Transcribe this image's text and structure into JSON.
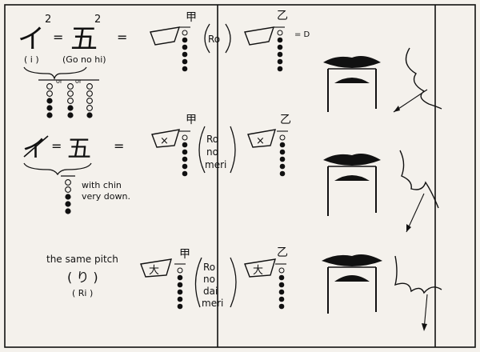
{
  "top_labels": {
    "i_glyph": "イ",
    "go_glyph": "五",
    "sup": "2",
    "eq": "=",
    "i_reading": "( i )",
    "go_reading": "(Go no hi)",
    "or1": "or",
    "or2": "or"
  },
  "mid_labels": {
    "i_glyph": "イ",
    "go_glyph": "五",
    "eq": "=",
    "with_chin": "with chin",
    "very_down": "very down."
  },
  "bottom_labels": {
    "same_pitch": "the same pitch",
    "ri_glyph": "( り )",
    "ri_reading": "( Ri )"
  },
  "rows": [
    {
      "kou": "甲",
      "otsu": "乙",
      "syllable": [
        "Ro"
      ],
      "mark": "",
      "note": "= D"
    },
    {
      "kou": "甲",
      "otsu": "乙",
      "syllable": [
        "Ro",
        "no",
        "meri"
      ],
      "mark": "×",
      "note": ""
    },
    {
      "kou": "甲",
      "otsu": "乙",
      "syllable": [
        "Ro",
        "no",
        "dai",
        "meri"
      ],
      "mark": "大",
      "note": ""
    }
  ]
}
